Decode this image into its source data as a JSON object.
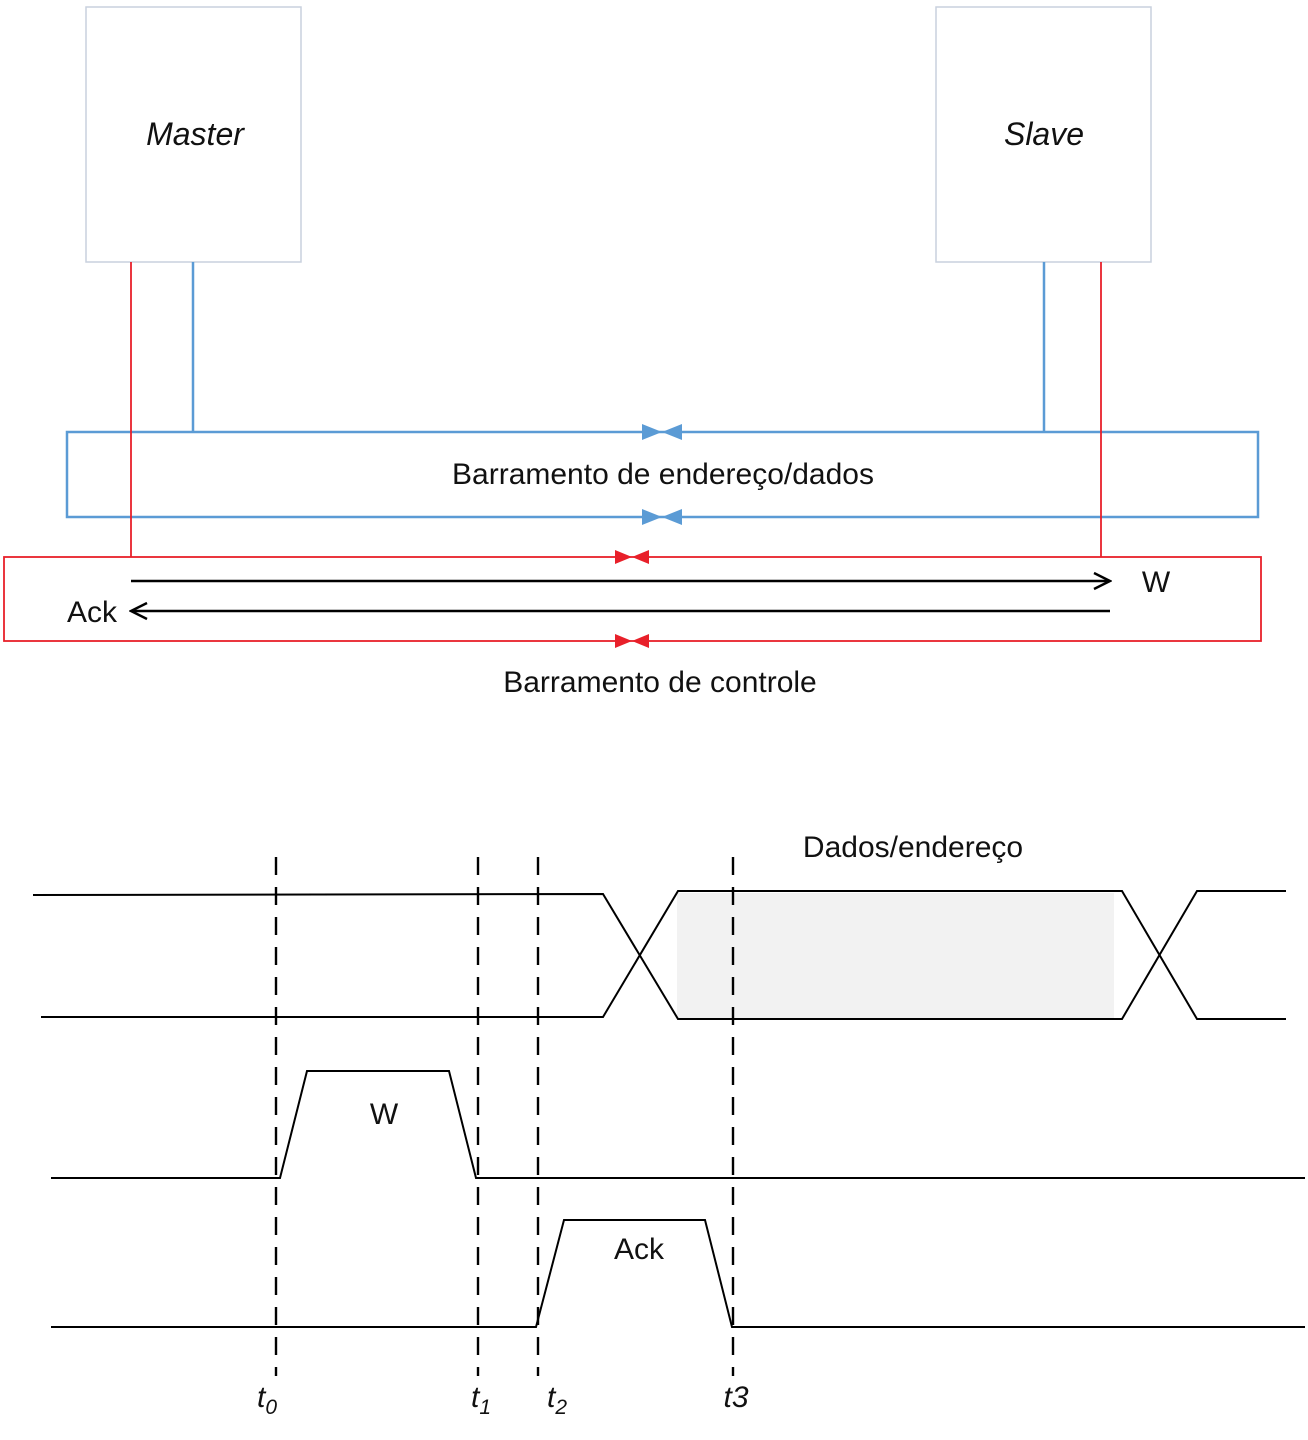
{
  "block_diagram": {
    "master": {
      "label": "Master"
    },
    "slave": {
      "label": "Slave"
    },
    "address_data_bus": {
      "label": "Barramento de endereço/dados"
    },
    "control_bus": {
      "label": "Barramento de controle"
    },
    "signal_w": {
      "label": "W"
    },
    "signal_ack": {
      "label": "Ack"
    }
  },
  "timing_diagram": {
    "bus_label": "Dados/endereço",
    "w_pulse_label": "W",
    "ack_pulse_label": "Ack",
    "markers": [
      {
        "base": "t",
        "sub": "0"
      },
      {
        "base": "t",
        "sub": "1"
      },
      {
        "base": "t",
        "sub": "2"
      },
      {
        "base": "t3",
        "sub": ""
      }
    ]
  },
  "colors": {
    "address_data": "#5b9bd5",
    "control": "#e8202a",
    "box_border": "#c9d1de",
    "line": "#000000",
    "data_valid_fill": "#f2f2f2"
  }
}
